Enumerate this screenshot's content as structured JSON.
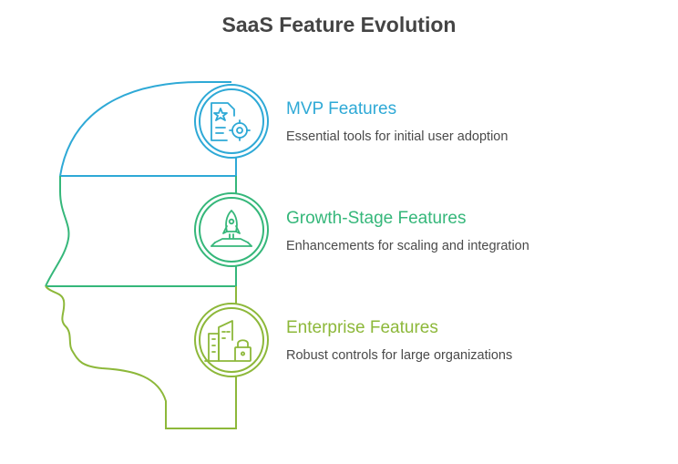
{
  "title": "SaaS Feature Evolution",
  "features": [
    {
      "title": "MVP Features",
      "description": "Essential tools for initial user adoption",
      "color": "#2ea9d6",
      "icon": "document-gear-icon"
    },
    {
      "title": "Growth-Stage Features",
      "description": "Enhancements for scaling and integration",
      "color": "#35b77a",
      "icon": "rocket-launch-icon"
    },
    {
      "title": "Enterprise Features",
      "description": "Robust controls for large organizations",
      "color": "#8db83a",
      "icon": "building-lock-icon"
    }
  ]
}
